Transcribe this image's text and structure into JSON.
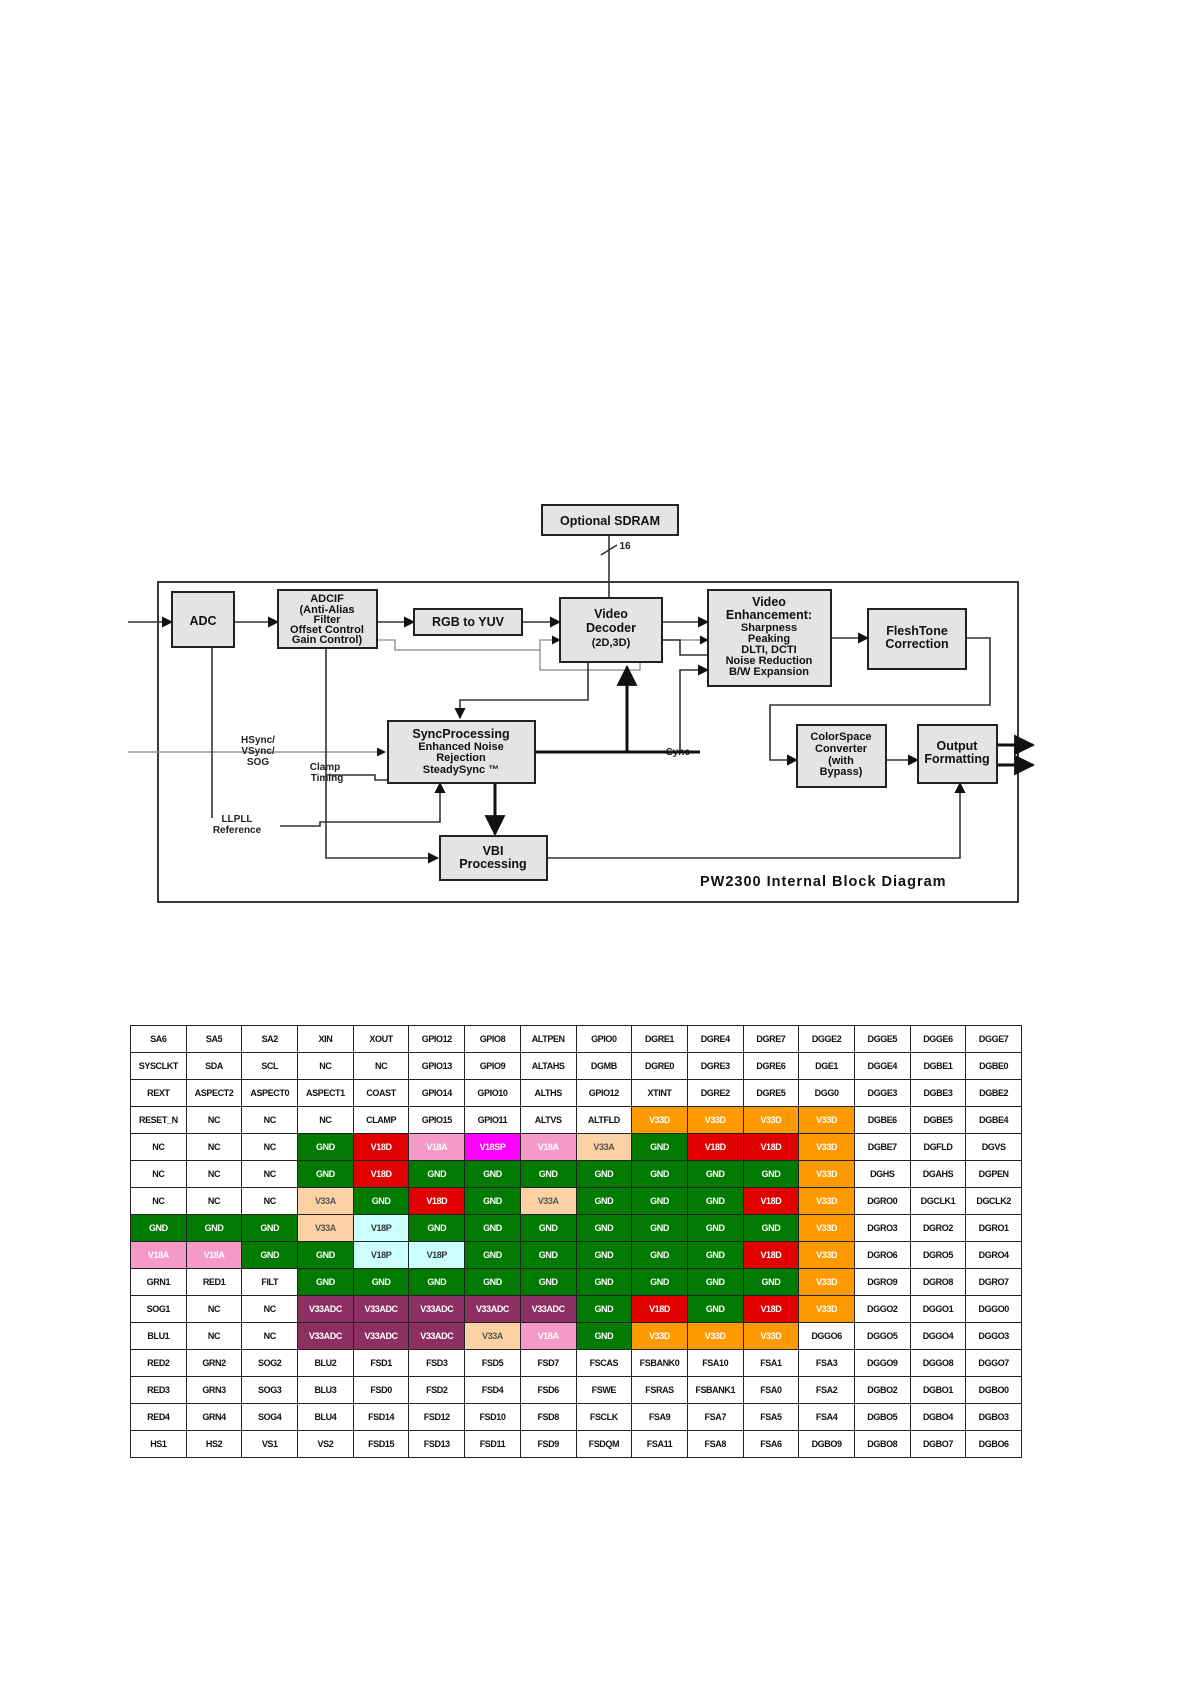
{
  "diagram": {
    "blocks": {
      "sdram": "Optional SDRAM",
      "adc": "ADC",
      "adcif": [
        "ADCIF",
        "(Anti-Alias",
        "Filter",
        "Offset Control",
        "Gain Control)"
      ],
      "rgb_to_yuv": "RGB to YUV",
      "video_decoder": [
        "Video",
        "Decoder",
        "(2D,3D)"
      ],
      "video_enhancement": [
        "Video",
        "Enhancement:",
        "Sharpness",
        "Peaking",
        "DLTI, DCTI",
        "Noise Reduction",
        "B/W Expansion"
      ],
      "fleshtone": [
        "FleshTone",
        "Correction"
      ],
      "sync_processing": [
        "SyncProcessing",
        "Enhanced Noise",
        "Rejection",
        "SteadySync ™"
      ],
      "colorspace": [
        "ColorSpace",
        "Converter",
        "(with",
        "Bypass)"
      ],
      "output_formatting": [
        "Output",
        "Formatting"
      ],
      "vbi": [
        "VBI",
        "Processing"
      ]
    },
    "labels": {
      "bus_width": "16",
      "hsync": [
        "HSync/",
        "VSync/",
        "SOG"
      ],
      "clamp": [
        "Clamp",
        "Timing"
      ],
      "llpll": [
        "LLPLL",
        "Reference"
      ],
      "sync": "Sync"
    },
    "caption": "PW2300 Internal Block Diagram"
  },
  "pin_table": {
    "colors": {
      "GND": "#007a00",
      "V18D": "#e10000",
      "V33D": "#ff9900",
      "V18A": "#f59ac8",
      "V18P": "#ccffff",
      "V18SP": "#ff00ff",
      "V33A": "#fcd2a4",
      "V33ADC": "#8e2f63"
    },
    "rows": [
      [
        "SA6",
        "SA5",
        "SA2",
        "XIN",
        "XOUT",
        "GPIO12",
        "GPIO8",
        "ALTPEN",
        "GPIO0",
        "DGRE1",
        "DGRE4",
        "DGRE7",
        "DGGE2",
        "DGGE5",
        "DGGE6",
        "DGGE7"
      ],
      [
        "SYSCLKT",
        "SDA",
        "SCL",
        "NC",
        "NC",
        "GPIO13",
        "GPIO9",
        "ALTAHS",
        "DGMB",
        "DGRE0",
        "DGRE3",
        "DGRE6",
        "DGE1",
        "DGGE4",
        "DGBE1",
        "DGBE0"
      ],
      [
        "REXT",
        "ASPECT2",
        "ASPECT0",
        "ASPECT1",
        "COAST",
        "GPIO14",
        "GPIO10",
        "ALTHS",
        "GPIO12",
        "XTINT",
        "DGRE2",
        "DGRE5",
        "DGG0",
        "DGGE3",
        "DGBE3",
        "DGBE2"
      ],
      [
        "RESET_N",
        "NC",
        "NC",
        "NC",
        "CLAMP",
        "GPIO15",
        "GPIO11",
        "ALTVS",
        "ALTFLD",
        "V33D",
        "V33D",
        "V33D",
        "V33D",
        "DGBE6",
        "DGBE5",
        "DGBE4"
      ],
      [
        "NC",
        "NC",
        "NC",
        "GND",
        "V18D",
        "V18A",
        "V18SP",
        "V18A",
        "V33A",
        "GND",
        "V18D",
        "V18D",
        "V33D",
        "DGBE7",
        "DGFLD",
        "DGVS"
      ],
      [
        "NC",
        "NC",
        "NC",
        "GND",
        "V18D",
        "GND",
        "GND",
        "GND",
        "GND",
        "GND",
        "GND",
        "GND",
        "V33D",
        "DGHS",
        "DGAHS",
        "DGPEN"
      ],
      [
        "NC",
        "NC",
        "NC",
        "V33A",
        "GND",
        "V18D",
        "GND",
        "V33A",
        "GND",
        "GND",
        "GND",
        "V18D",
        "V33D",
        "DGRO0",
        "DGCLK1",
        "DGCLK2"
      ],
      [
        "GND",
        "GND",
        "GND",
        "V33A",
        "V18P",
        "GND",
        "GND",
        "GND",
        "GND",
        "GND",
        "GND",
        "GND",
        "V33D",
        "DGRO3",
        "DGRO2",
        "DGRO1"
      ],
      [
        "V18A",
        "V18A",
        "GND",
        "GND",
        "V18P",
        "V18P",
        "GND",
        "GND",
        "GND",
        "GND",
        "GND",
        "V18D",
        "V33D",
        "DGRO6",
        "DGRO5",
        "DGRO4"
      ],
      [
        "GRN1",
        "RED1",
        "FILT",
        "GND",
        "GND",
        "GND",
        "GND",
        "GND",
        "GND",
        "GND",
        "GND",
        "GND",
        "V33D",
        "DGRO9",
        "DGRO8",
        "DGRO7"
      ],
      [
        "SOG1",
        "NC",
        "NC",
        "V33ADC",
        "V33ADC",
        "V33ADC",
        "V33ADC",
        "V33ADC",
        "GND",
        "V18D",
        "GND",
        "V18D",
        "V33D",
        "DGGO2",
        "DGGO1",
        "DGGO0"
      ],
      [
        "BLU1",
        "NC",
        "NC",
        "V33ADC",
        "V33ADC",
        "V33ADC",
        "V33A",
        "V18A",
        "GND",
        "V33D",
        "V33D",
        "V33D",
        "DGGO6",
        "DGGO5",
        "DGGO4",
        "DGGO3"
      ],
      [
        "RED2",
        "GRN2",
        "SOG2",
        "BLU2",
        "FSD1",
        "FSD3",
        "FSD5",
        "FSD7",
        "FSCAS",
        "FSBANK0",
        "FSA10",
        "FSA1",
        "FSA3",
        "DGGO9",
        "DGGO8",
        "DGGO7"
      ],
      [
        "RED3",
        "GRN3",
        "SOG3",
        "BLU3",
        "FSD0",
        "FSD2",
        "FSD4",
        "FSD6",
        "FSWE",
        "FSRAS",
        "FSBANK1",
        "FSA0",
        "FSA2",
        "DGBO2",
        "DGBO1",
        "DGBO0"
      ],
      [
        "RED4",
        "GRN4",
        "SOG4",
        "BLU4",
        "FSD14",
        "FSD12",
        "FSD10",
        "FSD8",
        "FSCLK",
        "FSA9",
        "FSA7",
        "FSA5",
        "FSA4",
        "DGBO5",
        "DGBO4",
        "DGBO3"
      ],
      [
        "HS1",
        "HS2",
        "VS1",
        "VS2",
        "FSD15",
        "FSD13",
        "FSD11",
        "FSD9",
        "FSDQM",
        "FSA11",
        "FSA8",
        "FSA6",
        "DGBO9",
        "DGBO8",
        "DGBO7",
        "DGBO6"
      ]
    ]
  }
}
